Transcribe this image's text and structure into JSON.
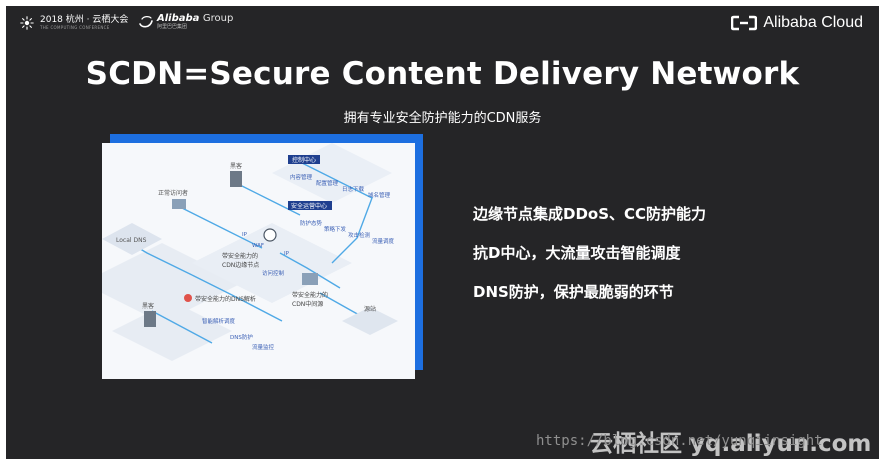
{
  "header": {
    "apsara_text": "2018 杭州 · 云栖大会",
    "apsara_sub": "THE COMPUTING CONFERENCE",
    "alibaba_brand": "Alibaba",
    "alibaba_group": "Group",
    "alibaba_sub": "阿里巴巴集团",
    "cloud_text": "Alibaba Cloud"
  },
  "title": "SCDN=Secure Content Delivery Network",
  "subtitle": "拥有专业安全防护能力的CDN服务",
  "diagram": {
    "hacker_top": "黑客",
    "normal_visitor": "正常访问者",
    "local_dns": "Local DNS",
    "hacker_bottom": "黑客",
    "cdn_edge": [
      "带安全能力的",
      "CDN边缘节点"
    ],
    "dns_resolve": "带安全能力的DNS解析",
    "cdn_mid": [
      "带安全能力的",
      "CDN中间源"
    ],
    "origin": "源站",
    "control_center": "控制中心",
    "security_center": "安全运营中心",
    "ctrl_tags": [
      "内容管理",
      "配置管理",
      "日志下载",
      "域名管理"
    ],
    "sec_tags": [
      "防护态势",
      "策略下发",
      "攻击检测",
      "流量调度"
    ],
    "edge_tags": [
      "访问控制",
      "WAF"
    ],
    "dns_tags": [
      "智能解析调度",
      "DNS防护",
      "流量监控"
    ],
    "ip1": "IP",
    "ip2": "IP"
  },
  "features": [
    "边缘节点集成DDoS、CC防护能力",
    "抗D中心，大流量攻击智能调度",
    "DNS防护，保护最脆弱的环节"
  ],
  "watermark": {
    "url": "https://blog.csdn.net/yunqiinsight",
    "yq": "云栖社区 yq.aliyun.com"
  },
  "colors": {
    "slide_bg": "#252527",
    "accent_blue": "#1d6fe0",
    "diagram_bg": "#f6f8fb",
    "diagram_line": "#4fa9e6",
    "diagram_tag": "#3a5fb5"
  }
}
